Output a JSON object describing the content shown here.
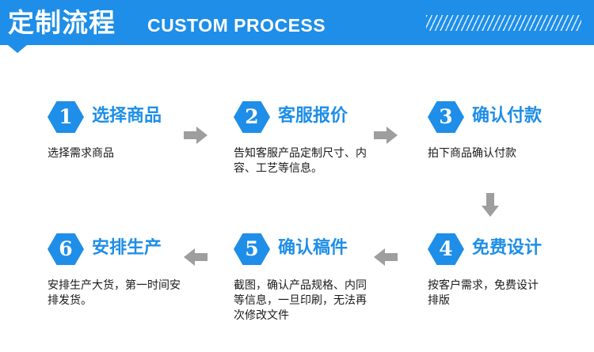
{
  "header": {
    "title_cn": "定制流程",
    "title_en": "CUSTOM PROCESS"
  },
  "colors": {
    "accent": "#1e8ee8",
    "arrow": "#9e9e9e",
    "text": "#1a1a1a"
  },
  "steps": [
    {
      "number": "1",
      "title": "选择商品",
      "description": "选择需求商品"
    },
    {
      "number": "2",
      "title": "客服报价",
      "description": "告知客服产品定制尺寸、内容、工艺等信息。"
    },
    {
      "number": "3",
      "title": "确认付款",
      "description": "拍下商品确认付款"
    },
    {
      "number": "4",
      "title": "免费设计",
      "description": "按客户需求，免费设计排版"
    },
    {
      "number": "5",
      "title": "确认稿件",
      "description": "截图，确认产品规格、内同等信息，一旦印刷，无法再次修改文件"
    },
    {
      "number": "6",
      "title": "安排生产",
      "description": "安排生产大货，第一时间安排发货。"
    }
  ]
}
